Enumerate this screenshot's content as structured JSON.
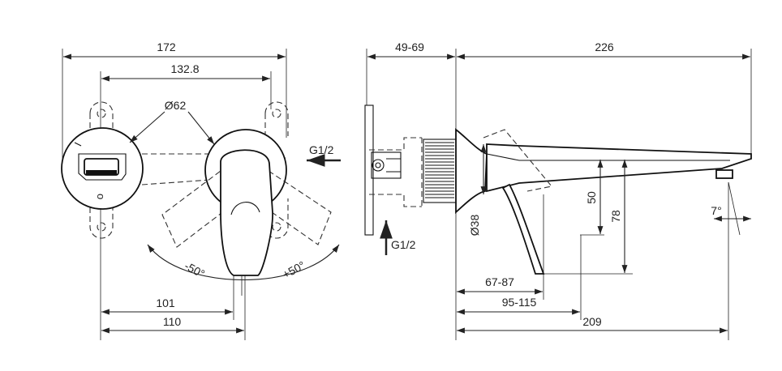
{
  "dimensions_front": {
    "overall_width": "172",
    "mount_spacing": "132.8",
    "diameter": "Ø62",
    "offset_101": "101",
    "offset_110": "110"
  },
  "rotation": {
    "minus": "-50°",
    "plus": "+50°"
  },
  "connections": {
    "inlet_top": "G1/2",
    "inlet_bottom": "G1/2"
  },
  "dimensions_side": {
    "wall_depth": "49-69",
    "spout_reach": "226",
    "spout_height": "50",
    "lever_height": "78",
    "rosette_diameter": "Ø38",
    "range_1": "67-87",
    "range_2": "95-115",
    "outlet_distance": "209",
    "outlet_angle": "7°"
  }
}
